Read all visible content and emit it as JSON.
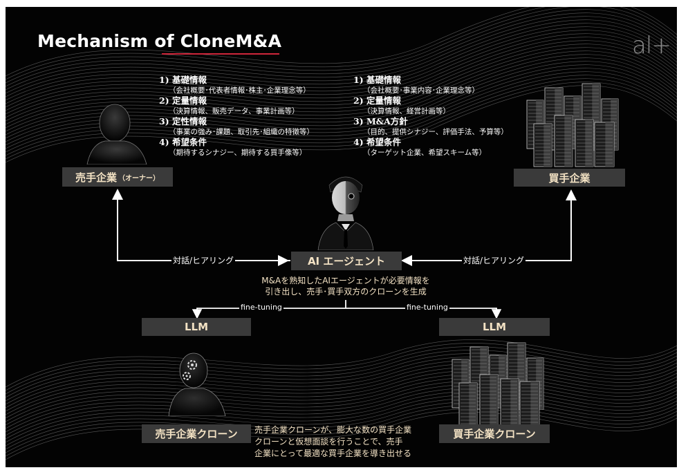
{
  "title": "Mechanism of CloneM&A",
  "logo": "al+",
  "seller_info": [
    {
      "heading": "1) 基礎情報",
      "detail": "（会社概要･代表者情報･株主･企業理念等）"
    },
    {
      "heading": "2) 定量情報",
      "detail": "（決算情報、販売データ、事業計画等）"
    },
    {
      "heading": "3) 定性情報",
      "detail": "（事業の強み･課題、取引先･組織の特徴等）"
    },
    {
      "heading": "4) 希望条件",
      "detail": "（期待するシナジー、期待する買手像等）"
    }
  ],
  "buyer_info": [
    {
      "heading": "1) 基礎情報",
      "detail": "（会社概要･事業内容･企業理念等）"
    },
    {
      "heading": "2) 定量情報",
      "detail": "（決算情報、経営計画等）"
    },
    {
      "heading": "3) M&A方針",
      "detail": "（目的、提供シナジー、評価手法、予算等）"
    },
    {
      "heading": "4) 希望条件",
      "detail": "（ターゲット企業、希望スキーム等）"
    }
  ],
  "seller": {
    "label": "売手企業",
    "sub": "（オーナー）"
  },
  "buyer": {
    "label": "買手企業"
  },
  "agent": {
    "label": "AI エージェント"
  },
  "edge_left": "対話/ヒアリング",
  "edge_right": "対話/ヒアリング",
  "agent_desc": [
    "M&Aを熟知したAIエージェントが必要情報を",
    "引き出し、売手･買手双方のクローンを生成"
  ],
  "fine_tuning_left": "fine-tuning",
  "fine_tuning_right": "fine-tuning",
  "llm_left": "LLM",
  "llm_right": "LLM",
  "seller_clone": "売手企業クローン",
  "buyer_clone": "買手企業クローン",
  "bottom_desc": [
    "売手企業クローンが、膨大な数の買手企業",
    "クローンと仮想面談を行うことで、売手",
    "企業にとって最適な買手企業を導き出せる"
  ],
  "colors": {
    "accent_red": "#d0263b",
    "label_text": "#f3e2c4",
    "box_bg": "#3a3a3a"
  },
  "icons": [
    "seller-silhouette-icon",
    "buildings-icon",
    "ai-agent-portrait-icon",
    "gears-head-icon",
    "sound-wave-icon"
  ]
}
